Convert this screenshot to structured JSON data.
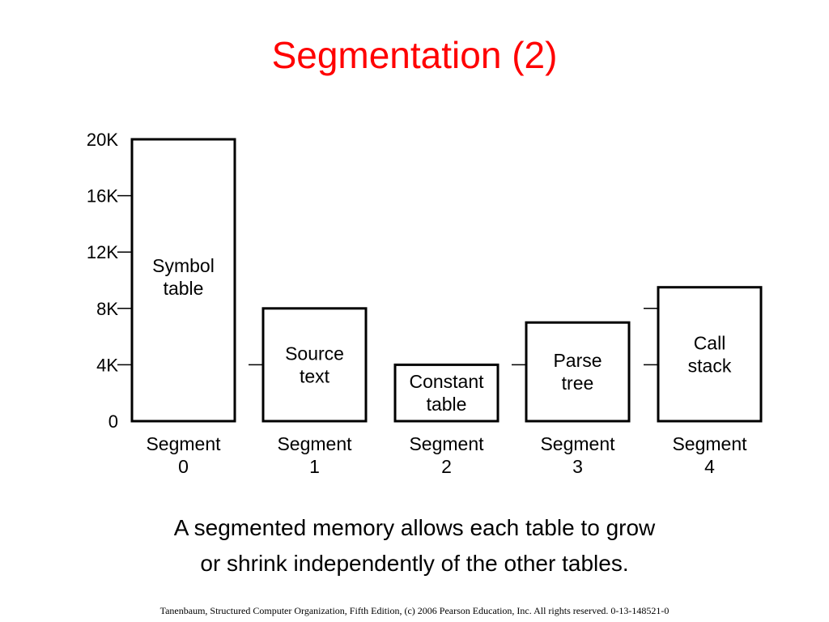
{
  "title": "Segmentation (2)",
  "axis": {
    "ticks": [
      "0",
      "4K",
      "8K",
      "12K",
      "16K",
      "20K"
    ],
    "tick_values": [
      0,
      4,
      8,
      12,
      16,
      20
    ],
    "max": 20
  },
  "segments": [
    {
      "id": "segment-0",
      "box_lines": [
        "Symbol",
        "table"
      ],
      "label_lines": [
        "Segment",
        "0"
      ],
      "size_k": 20
    },
    {
      "id": "segment-1",
      "box_lines": [
        "Source",
        "text"
      ],
      "label_lines": [
        "Segment",
        "1"
      ],
      "size_k": 8
    },
    {
      "id": "segment-2",
      "box_lines": [
        "Constant",
        "table"
      ],
      "label_lines": [
        "Segment",
        "2"
      ],
      "size_k": 4
    },
    {
      "id": "segment-3",
      "box_lines": [
        "Parse",
        "tree"
      ],
      "label_lines": [
        "Segment",
        "3"
      ],
      "size_k": 7
    },
    {
      "id": "segment-4",
      "box_lines": [
        "Call",
        "stack"
      ],
      "label_lines": [
        "Segment",
        "4"
      ],
      "size_k": 9.5
    }
  ],
  "caption": {
    "line1": "A segmented memory allows each table to grow",
    "line2": "or shrink independently of the other tables."
  },
  "footer": "Tanenbaum, Structured Computer Organization, Fifth Edition, (c) 2006 Pearson Education, Inc. All rights reserved. 0-13-148521-0"
}
